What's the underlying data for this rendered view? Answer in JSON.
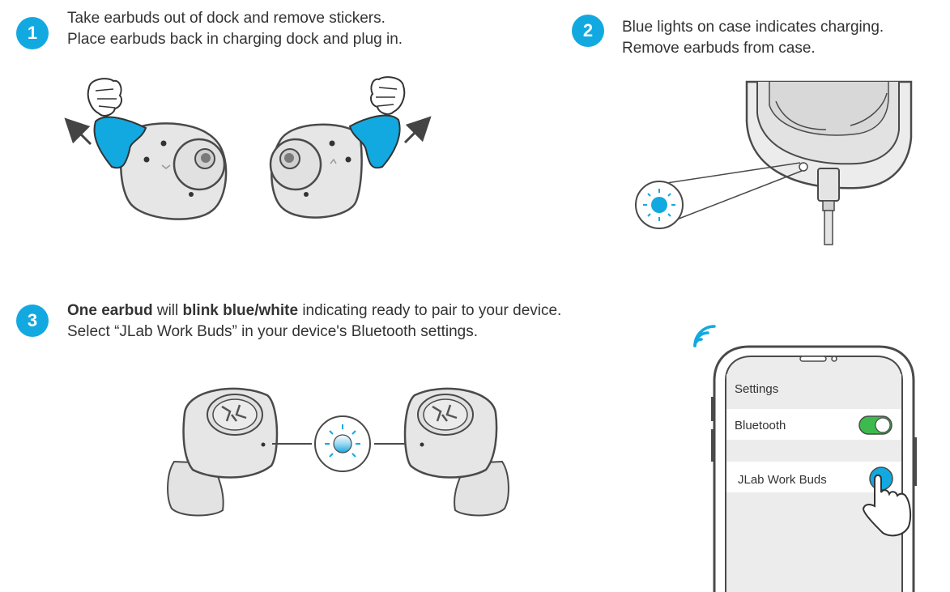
{
  "steps": [
    {
      "number": "1",
      "line1": "Take earbuds out of dock and remove stickers.",
      "line2": "Place earbuds back in charging dock and plug in."
    },
    {
      "number": "2",
      "line1": "Blue lights on case indicates charging.",
      "line2": "Remove earbuds from case."
    },
    {
      "number": "3",
      "line1_bold_a": "One earbud",
      "line1_plain_a": " will ",
      "line1_bold_b": "blink blue/white",
      "line1_plain_b": " indicating ready to pair to your device.",
      "line2": "Select “JLab Work Buds” in your device's Bluetooth settings."
    }
  ],
  "phone": {
    "settings_label": "Settings",
    "bluetooth_label": "Bluetooth",
    "device_label": "JLab Work Buds",
    "bluetooth_on": true
  },
  "colors": {
    "accent": "#12a9e0",
    "toggle": "#3dba4e",
    "bud_fill": "#e8e8e8",
    "line": "#4a4a4a"
  }
}
